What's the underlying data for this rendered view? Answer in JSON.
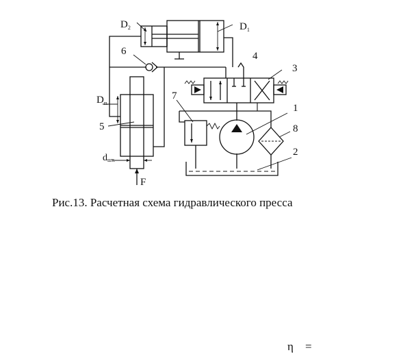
{
  "labels": {
    "D2_main": "D",
    "D2_sub": "2",
    "D1_main": "D",
    "D1_sub": "1",
    "Dp_main": "D",
    "Dp_sub": "п.",
    "dsht_main": "d",
    "dsht_sub": "шт.",
    "force": "F",
    "n1": "1",
    "n2": "2",
    "n3": "3",
    "n4": "4",
    "n5": "5",
    "n6": "6",
    "n7": "7",
    "n8": "8"
  },
  "caption": "Рис.13. Расчетная схема гидравлического пресса",
  "formula": {
    "symbol": "η",
    "equals": "="
  }
}
